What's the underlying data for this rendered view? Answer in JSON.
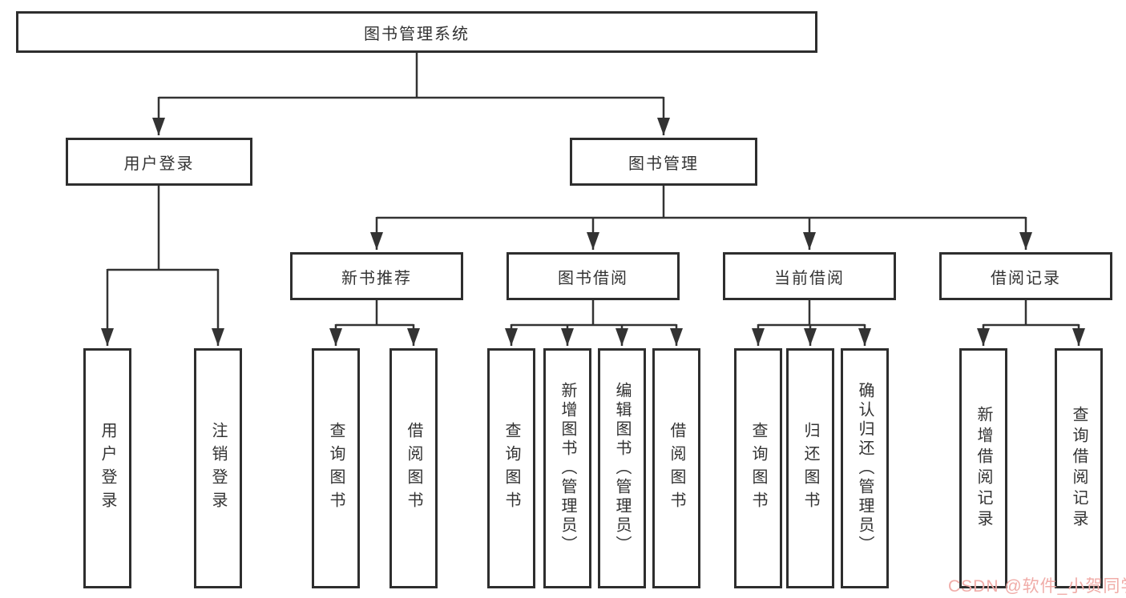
{
  "diagram": {
    "colors": {
      "line": "#333333",
      "box_border": "#2e2e2e",
      "box_background": "#ffffff",
      "text": "#333333",
      "watermark": "#f0aca8"
    },
    "watermark": "CSDN @软件_小贺同学",
    "nodes": {
      "root": {
        "label": "图书管理系统"
      },
      "user_login": {
        "label": "用户登录"
      },
      "book_management": {
        "label": "图书管理"
      },
      "new_book_recommend": {
        "label": "新书推荐"
      },
      "book_borrow": {
        "label": "图书借阅"
      },
      "current_borrow": {
        "label": "当前借阅"
      },
      "borrow_records": {
        "label": "借阅记录"
      },
      "leaf_user_login": {
        "label": "用户登录"
      },
      "leaf_logout_login": {
        "label": "注销登录"
      },
      "leaf_query_books_recommend": {
        "label": "查询图书"
      },
      "leaf_borrow_books_recommend": {
        "label": "借阅图书"
      },
      "leaf_query_books_borrow": {
        "label": "查询图书"
      },
      "leaf_add_books_admin": {
        "label": "新增图书（管理员）"
      },
      "leaf_edit_books_admin": {
        "label": "编辑图书（管理员）"
      },
      "leaf_borrow_books_borrow": {
        "label": "借阅图书"
      },
      "leaf_query_books_current": {
        "label": "查询图书"
      },
      "leaf_return_books": {
        "label": "归还图书"
      },
      "leaf_confirm_return_admin": {
        "label": "确认归还（管理员）"
      },
      "leaf_add_borrow_record": {
        "label": "新增借阅记录"
      },
      "leaf_query_borrow_record": {
        "label": "查询借阅记录"
      }
    }
  }
}
